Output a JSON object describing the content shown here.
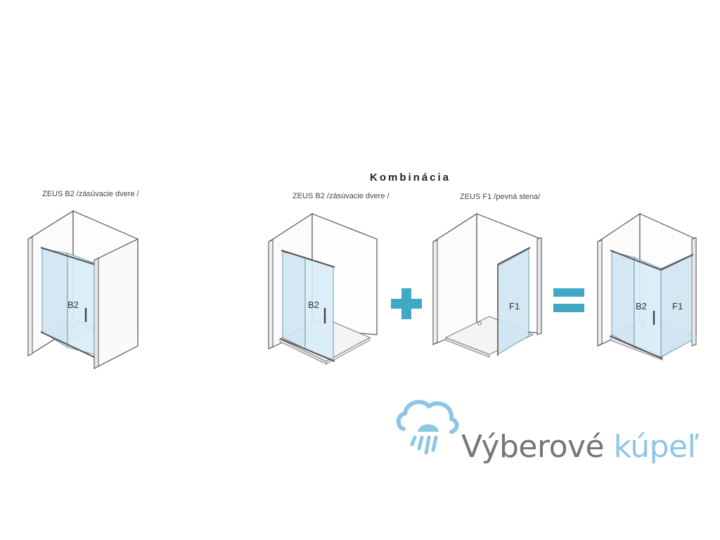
{
  "title": "Kombinácia",
  "products": [
    {
      "caption": "ZEUS B2 /zásúvacie dvere /",
      "panel_tag": "B2"
    },
    {
      "caption": "ZEUS B2 /zásúvacie dvere /",
      "panel_tag": "B2"
    },
    {
      "caption": "ZEUS F1 /pevná stena/",
      "panel_tag": "F1"
    },
    {
      "panel_tag_left": "B2",
      "panel_tag_right": "F1"
    }
  ],
  "operators": {
    "plus": "plus-icon",
    "equals": "equals-icon"
  },
  "logo": {
    "word1": "Výberové",
    "word2": "kúpeľ",
    "icon": "shower-cloud-icon"
  },
  "colors": {
    "glass": "#cfe6f3",
    "operator": "#3fa9c4",
    "logo_gray": "#767676",
    "logo_blue": "#8ec6e6"
  }
}
